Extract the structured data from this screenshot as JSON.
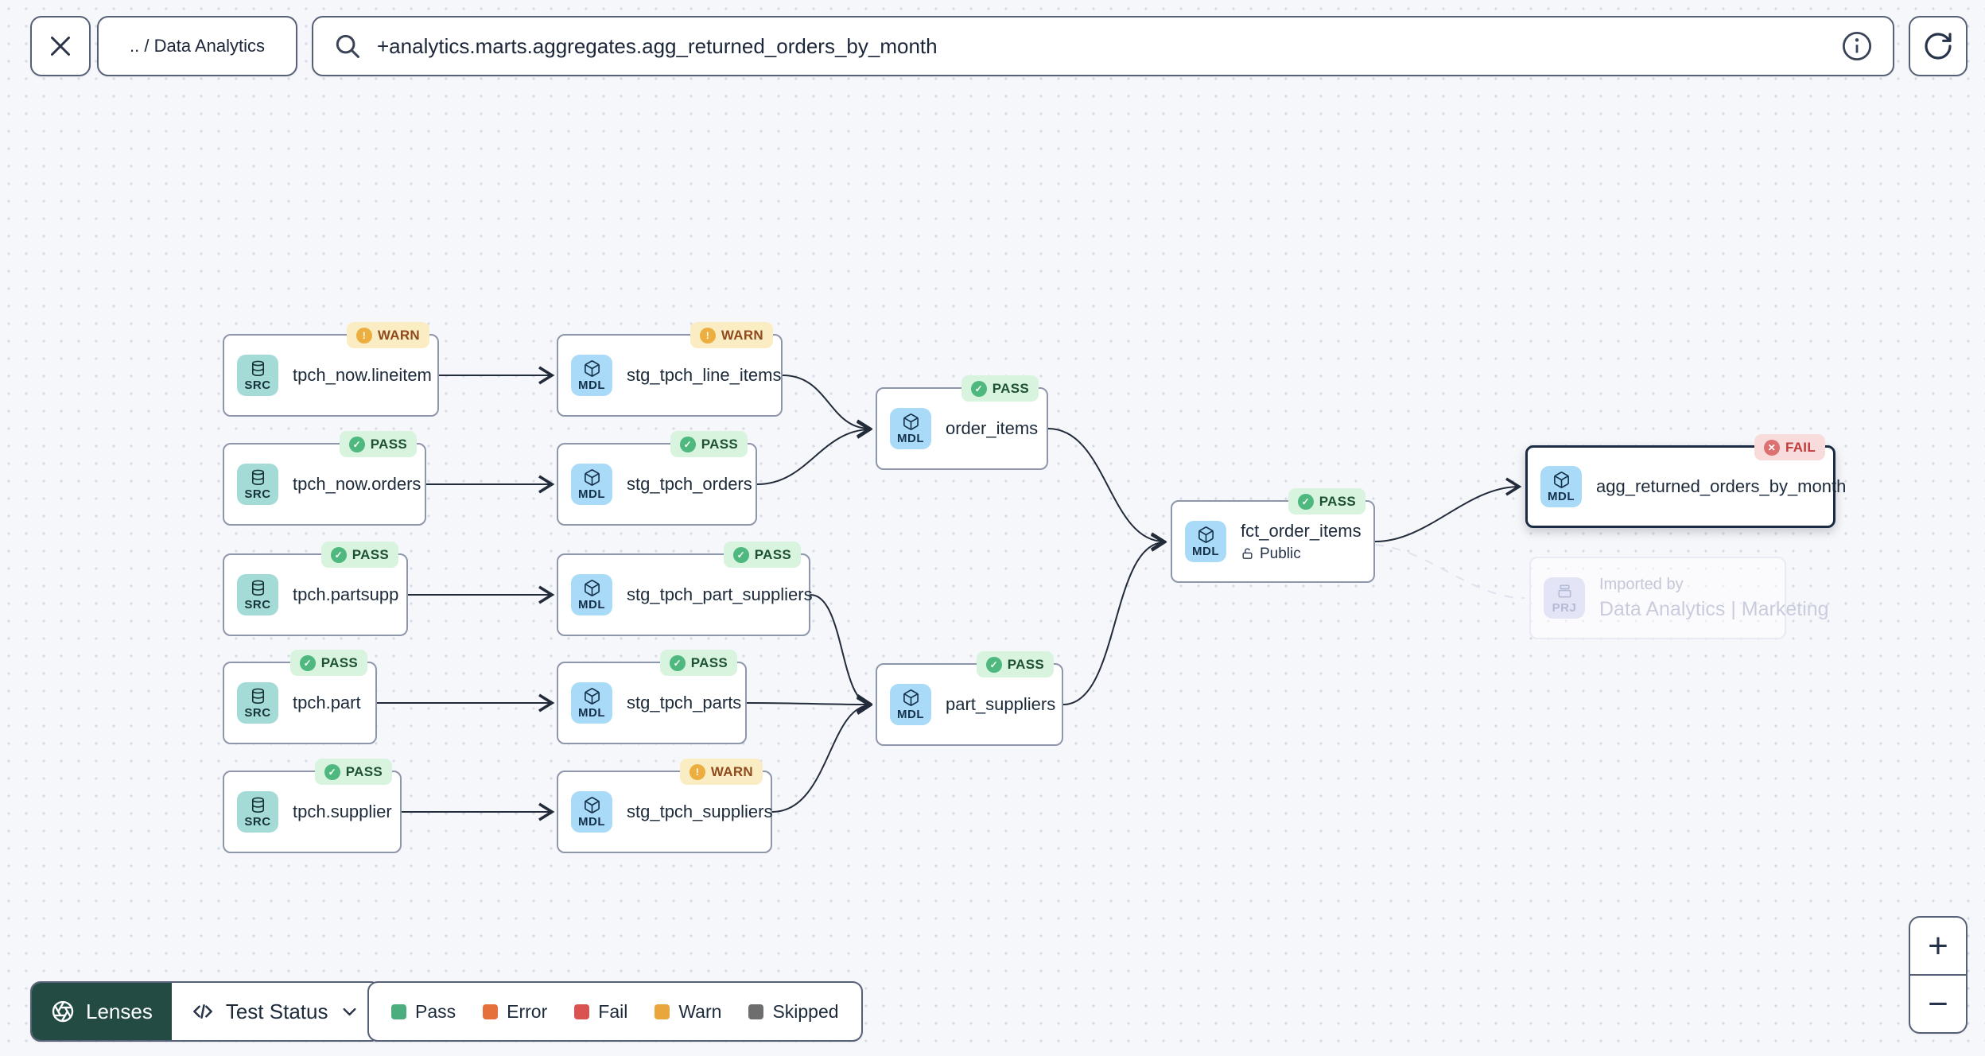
{
  "topbar": {
    "breadcrumb": ".. / Data Analytics",
    "search_value": "+analytics.marts.aggregates.agg_returned_orders_by_month"
  },
  "status_icons": {
    "PASS": "✓",
    "WARN": "!",
    "FAIL": "✕"
  },
  "graph": {
    "nodes": [
      {
        "type": "SRC",
        "label": "tpch_now.lineitem",
        "status": "WARN"
      },
      {
        "type": "MDL",
        "label": "stg_tpch_line_items",
        "status": "WARN"
      },
      {
        "type": "SRC",
        "label": "tpch_now.orders",
        "status": "PASS"
      },
      {
        "type": "MDL",
        "label": "stg_tpch_orders",
        "status": "PASS"
      },
      {
        "type": "MDL",
        "label": "order_items",
        "status": "PASS"
      },
      {
        "type": "SRC",
        "label": "tpch.partsupp",
        "status": "PASS"
      },
      {
        "type": "MDL",
        "label": "stg_tpch_part_suppliers",
        "status": "PASS"
      },
      {
        "type": "SRC",
        "label": "tpch.part",
        "status": "PASS"
      },
      {
        "type": "MDL",
        "label": "stg_tpch_parts",
        "status": "PASS"
      },
      {
        "type": "SRC",
        "label": "tpch.supplier",
        "status": "PASS"
      },
      {
        "type": "MDL",
        "label": "stg_tpch_suppliers",
        "status": "WARN"
      },
      {
        "type": "MDL",
        "label": "part_suppliers",
        "status": "PASS"
      },
      {
        "type": "MDL",
        "label": "fct_order_items",
        "status": "PASS",
        "visibility": "Public"
      },
      {
        "type": "MDL",
        "label": "agg_returned_orders_by_month",
        "status": "FAIL"
      },
      {
        "type": "PRJ",
        "label": "Imported by",
        "sublabel": "Data Analytics | Marketing"
      }
    ]
  },
  "lenses": {
    "button_label": "Lenses",
    "active_lens": "Test Status"
  },
  "legend": {
    "items": [
      {
        "label": "Pass",
        "color": "#4CAE7E"
      },
      {
        "label": "Error",
        "color": "#E5703C"
      },
      {
        "label": "Fail",
        "color": "#D95350"
      },
      {
        "label": "Warn",
        "color": "#E8A63C"
      },
      {
        "label": "Skipped",
        "color": "#6E6E6E"
      }
    ]
  },
  "zoom_controls": {
    "zoom_in": "+",
    "zoom_out": "−"
  }
}
